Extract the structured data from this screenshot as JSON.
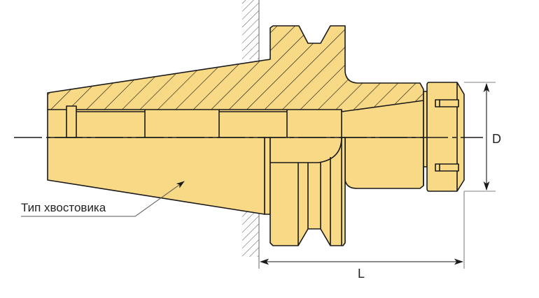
{
  "diagram": {
    "shank_label": "Тип хвостовика",
    "dimension_d": "D",
    "dimension_l": "L"
  },
  "colors": {
    "body_fill": "#F8D985",
    "outline": "#1a1a1a",
    "dimension_line": "#808080"
  }
}
